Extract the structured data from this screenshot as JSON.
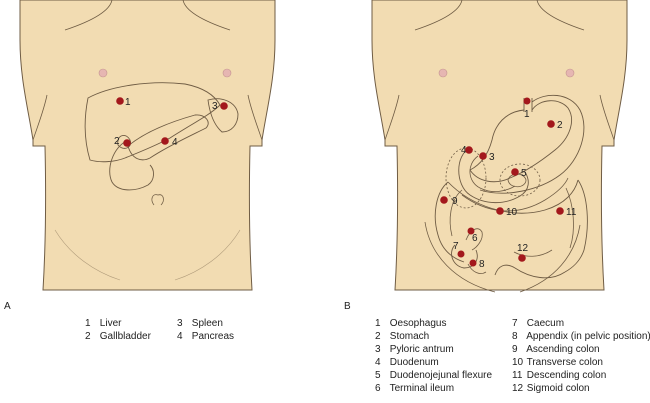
{
  "panels": [
    {
      "letter": "A",
      "markers": [
        {
          "num": "1",
          "name": "Liver"
        },
        {
          "num": "2",
          "name": "Gallbladder"
        },
        {
          "num": "3",
          "name": "Spleen"
        },
        {
          "num": "4",
          "name": "Pancreas"
        }
      ]
    },
    {
      "letter": "B",
      "markers": [
        {
          "num": "1",
          "name": "Oesophagus"
        },
        {
          "num": "2",
          "name": "Stomach"
        },
        {
          "num": "3",
          "name": "Pyloric antrum"
        },
        {
          "num": "4",
          "name": "Duodenum"
        },
        {
          "num": "5",
          "name": "Duodenojejunal flexure"
        },
        {
          "num": "6",
          "name": "Terminal ileum"
        },
        {
          "num": "7",
          "name": "Caecum"
        },
        {
          "num": "8",
          "name": "Appendix (in pelvic position)"
        },
        {
          "num": "9",
          "name": "Ascending colon"
        },
        {
          "num": "10",
          "name": "Transverse colon"
        },
        {
          "num": "11",
          "name": "Descending colon"
        },
        {
          "num": "12",
          "name": "Sigmoid colon"
        }
      ]
    }
  ],
  "colors": {
    "skin": "#f2dcb2",
    "outline": "#6f5c44",
    "marker": "#a3181c",
    "nipple": "#e6b6b2"
  }
}
